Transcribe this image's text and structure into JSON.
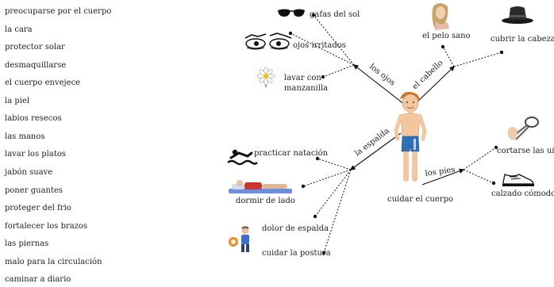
{
  "word_bank": [
    "preocuparse por el cuerpo",
    "la cara",
    "protector solar",
    "desmaquillarse",
    "el cuerpo envejece",
    "la piel",
    "labios resecos",
    "las manos",
    "lavar los platos",
    "jabón suave",
    "poner guantes",
    "proteger del frio",
    "fortalecer los brazos",
    "las piernas",
    "malo para la circulación",
    "caminar a diario"
  ],
  "map": {
    "center": "cuidar el cuerpo",
    "branches": {
      "ojos": "los ojos",
      "cabello": "el cabello",
      "espalda": "la espalda",
      "pies": "los pies"
    },
    "leaves": {
      "gafas": "gafas del sol",
      "irritados": "ojos irritados",
      "lavar_1": "lavar con",
      "lavar_2": "manzanilla",
      "pelo": "el pelo sano",
      "cubrir": "cubrir la cabeza",
      "natacion": "practicar natación",
      "dormir": "dormir de lado",
      "dolor": "dolor de espalda",
      "postura": "cuidar la postura",
      "unas": "cortarse las uñas",
      "calzado": "calzado cómodo"
    }
  },
  "icons": [
    "sunglasses-icon",
    "eyes-icon",
    "daisy-icon",
    "woman-hair-icon",
    "hat-icon",
    "swimmer-icon",
    "sleeping-person-icon",
    "posture-icon",
    "nail-clipper-icon",
    "shoe-icon",
    "boy-figure-icon"
  ]
}
